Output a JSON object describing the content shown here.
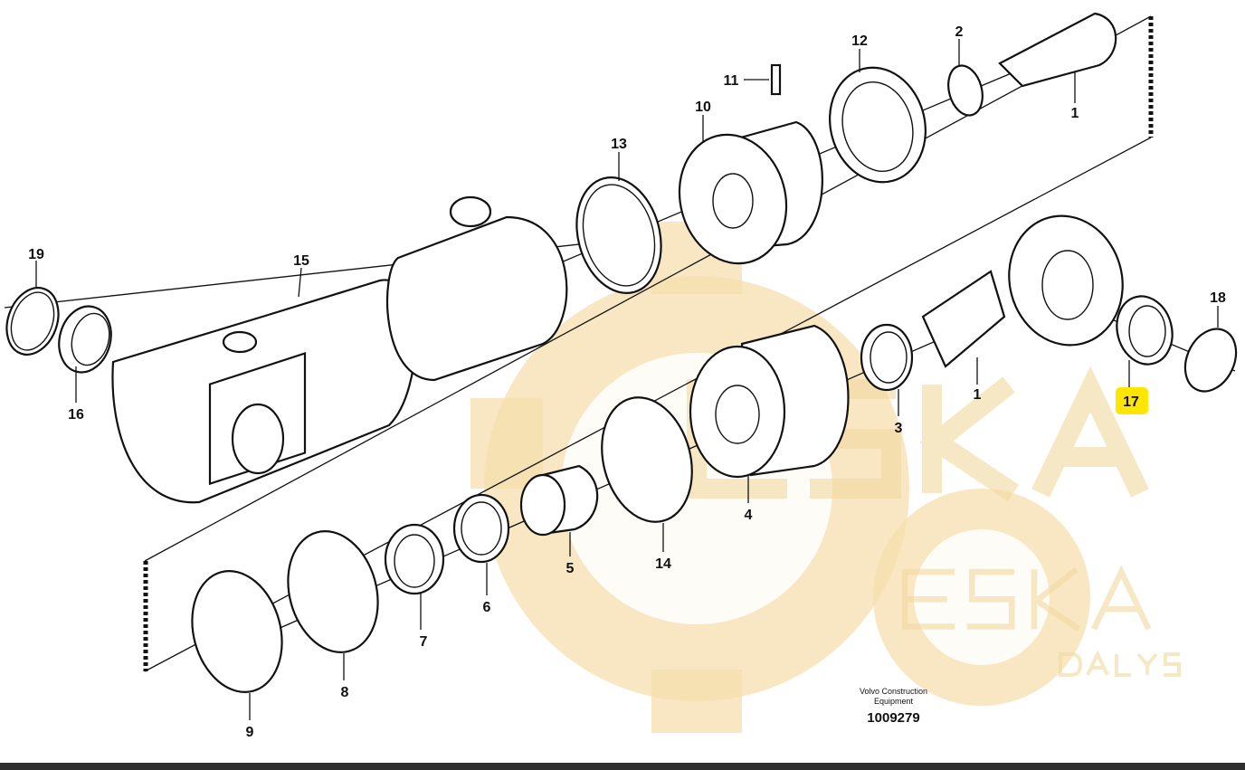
{
  "diagram": {
    "labels": {
      "p19": "19",
      "p16": "16",
      "p15": "15",
      "p13": "13",
      "p10": "10",
      "p11": "11",
      "p12": "12",
      "p2": "2",
      "p1a": "1",
      "p18": "18",
      "p17": "17",
      "p1b": "1",
      "p3": "3",
      "p4": "4",
      "p14": "14",
      "p5": "5",
      "p6": "6",
      "p7": "7",
      "p8": "8",
      "p9": "9"
    },
    "highlight_color": "#ffe600",
    "footer": {
      "company": "Volvo Construction Equipment",
      "company_line1": "Volvo Construction",
      "company_line2": "Equipment",
      "drawing_number": "1009279"
    },
    "watermark": {
      "brand": "ESKA",
      "sub": "DALYS",
      "color": "#f5dfae"
    }
  }
}
